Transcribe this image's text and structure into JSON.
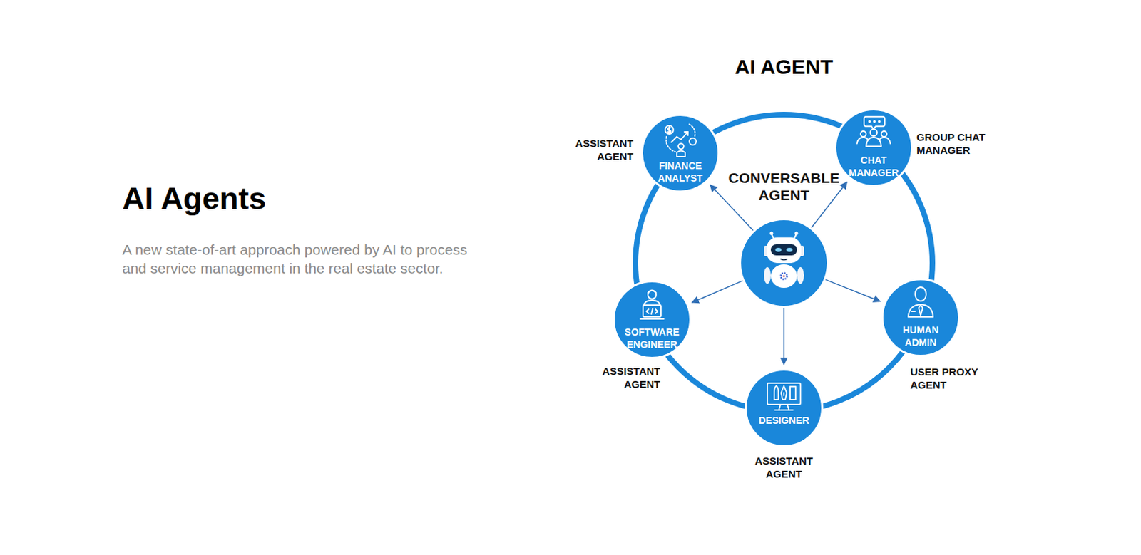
{
  "diagram": {
    "title": "AI Agents",
    "caption": "A new state-of-art approach powered by AI to process and service management in the real estate sector.",
    "nodes": [
      {
        "text": [
          "FINANCE ANALYST",
          "ASSISTANT AGENT"
        ]
      },
      {
        "text": [
          "CHAT MANAGER",
          "GROUP CHAT MANAGER"
        ]
      },
      {
        "text": [
          "CONVERSABLE AGENT"
        ]
      },
      {
        "text": [
          "SOFTWARE ENGINEER",
          "ASSISTANT AGENT"
        ]
      },
      {
        "text": [
          "HUMAN ADMIN",
          "USER PROXY AGENT"
        ]
      },
      {
        "text": [
          "DESIGNER",
          "ASSISTANT AGENT"
        ]
      }
    ],
    "edges": [
      {
        "from": 2,
        "to": 0,
        "arrow": "to"
      },
      {
        "from": 2,
        "to": 1,
        "arrow": "to"
      },
      {
        "from": 2,
        "to": 3,
        "arrow": "to"
      },
      {
        "from": 2,
        "to": 4,
        "arrow": "to"
      },
      {
        "from": 2,
        "to": 5,
        "arrow": "to"
      }
    ],
    "labels": [
      "AI AGENT"
    ]
  }
}
